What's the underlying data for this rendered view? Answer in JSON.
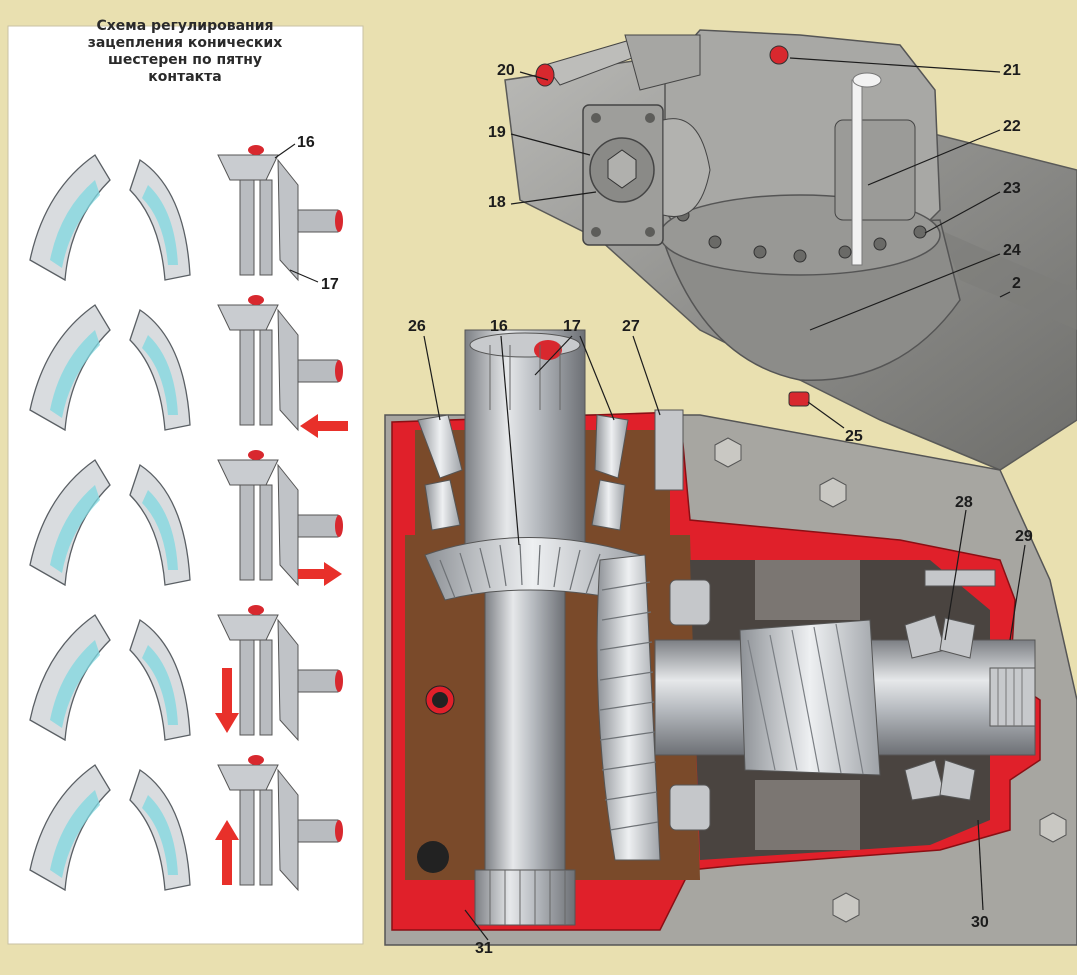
{
  "panel": {
    "title": "Схема регулирования\nзацепления конических\nшестерен по пятну\nконтакта",
    "labels": {
      "l16": "16",
      "l17": "17"
    },
    "rows": [
      {
        "arrow": "none"
      },
      {
        "arrow": "left"
      },
      {
        "arrow": "right"
      },
      {
        "arrow": "down"
      },
      {
        "arrow": "up"
      }
    ]
  },
  "callouts": {
    "c2": "2",
    "c16": "16",
    "c17": "17",
    "c18": "18",
    "c19": "19",
    "c20": "20",
    "c21": "21",
    "c22": "22",
    "c23": "23",
    "c24": "24",
    "c25": "25",
    "c26": "26",
    "c27": "27",
    "c28": "28",
    "c29": "29",
    "c30": "30",
    "c31": "31"
  },
  "colors": {
    "background": "#e9e0b0",
    "section_red": "#e0202a",
    "housing_grey": "#9a9a98",
    "oil_brown": "#7a4a2a",
    "contact_patch": "#7fd8e0",
    "arrow_red": "#e8302a"
  }
}
